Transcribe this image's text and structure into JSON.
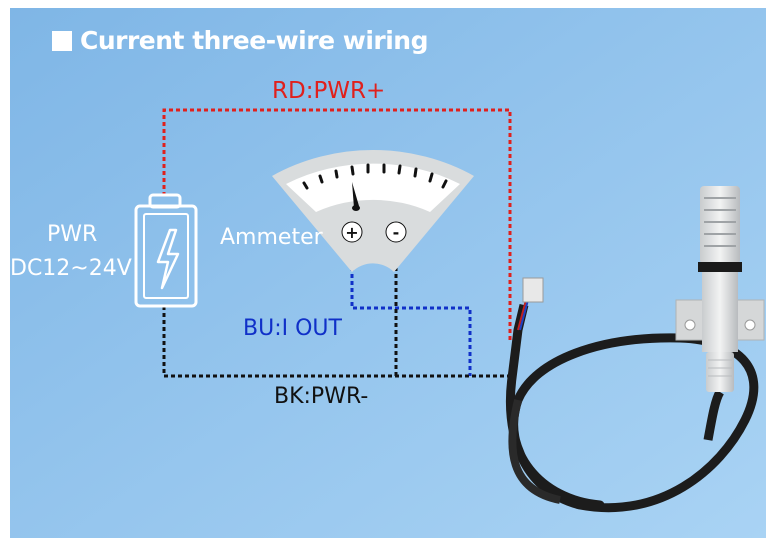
{
  "title": "Current three-wire wiring",
  "wires": {
    "red": "RD:PWR+",
    "blue": "BU:I OUT",
    "black": "BK:PWR-"
  },
  "power": {
    "line1": "PWR",
    "line2": "DC12~24V"
  },
  "ammeter": {
    "label": "Ammeter",
    "plus": "+",
    "minus": "-"
  },
  "colors": {
    "background": "#8ec1ea",
    "red_wire": "#e0201c",
    "blue_wire": "#1030c8",
    "black_wire": "#111111",
    "label_white": "#ffffff"
  }
}
